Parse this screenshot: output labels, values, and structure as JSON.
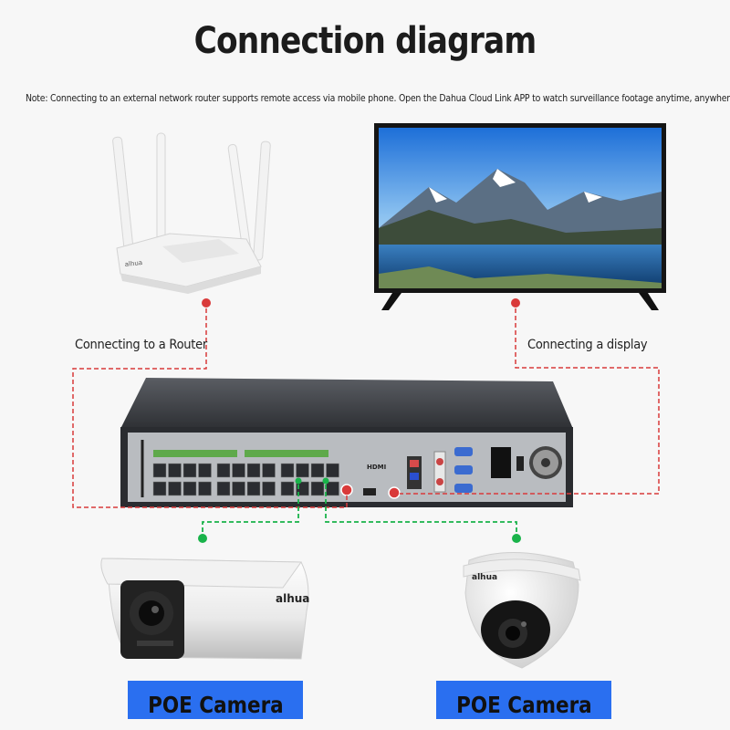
{
  "title": "Connection diagram",
  "note": "Note: Connecting to an external network router supports remote access via mobile phone. Open the Dahua Cloud Link APP to watch surveillance footage anytime, anywhere.",
  "labels": {
    "router": "Connecting to a Router",
    "display": "Connecting a display"
  },
  "cameras": [
    {
      "label": "POE Camera",
      "type": "bullet"
    },
    {
      "label": "POE Camera",
      "type": "dome"
    }
  ],
  "brand": "alhua",
  "nvr_port_labels": {
    "hdmi": "HDMI"
  },
  "colors": {
    "network_line": "#d93a3a",
    "poe_line": "#19b34a",
    "label_bg": "#2a6ff0"
  }
}
